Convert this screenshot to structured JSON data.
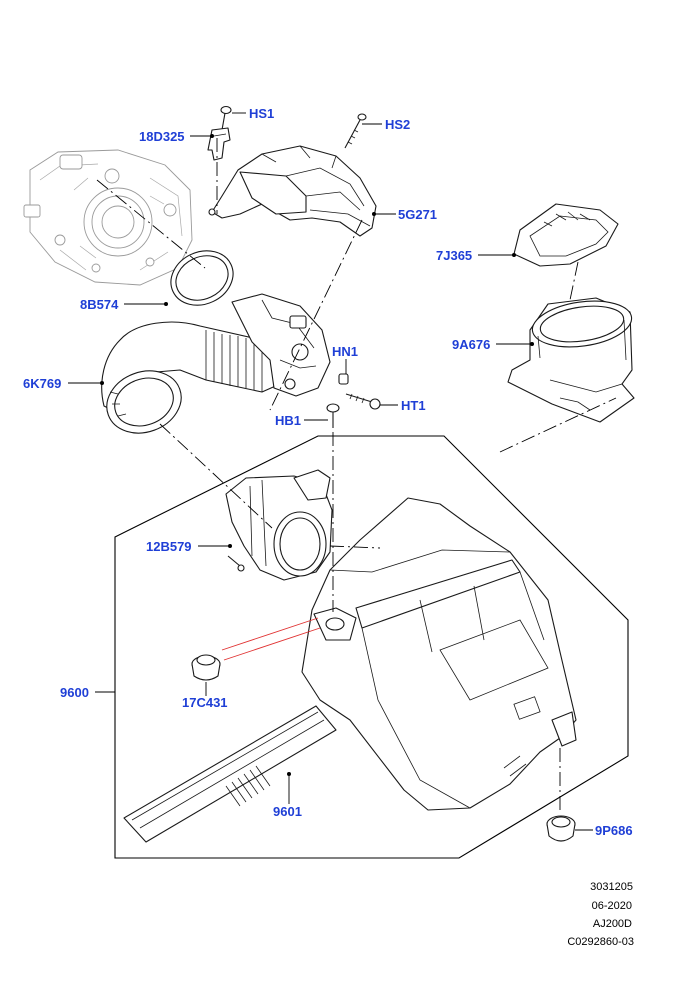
{
  "colors": {
    "callout": "#1f3fd6",
    "line": "#000000",
    "highlight": "#e03030"
  },
  "callouts": [
    {
      "id": "hs1",
      "text": "HS1"
    },
    {
      "id": "hs2",
      "text": "HS2"
    },
    {
      "id": "c18d325",
      "text": "18D325"
    },
    {
      "id": "c5g271",
      "text": "5G271"
    },
    {
      "id": "c7j365",
      "text": "7J365"
    },
    {
      "id": "c8b574",
      "text": "8B574"
    },
    {
      "id": "c9a676",
      "text": "9A676"
    },
    {
      "id": "hn1",
      "text": "HN1"
    },
    {
      "id": "c6k769",
      "text": "6K769"
    },
    {
      "id": "ht1",
      "text": "HT1"
    },
    {
      "id": "hb1",
      "text": "HB1"
    },
    {
      "id": "c12b579",
      "text": "12B579"
    },
    {
      "id": "c9600",
      "text": "9600"
    },
    {
      "id": "c17c431",
      "text": "17C431"
    },
    {
      "id": "c9601",
      "text": "9601"
    },
    {
      "id": "c9p686",
      "text": "9P686"
    }
  ],
  "footer": {
    "code": "3031205",
    "date": "06-2020",
    "model": "AJ200D",
    "ref": "C0292860-03"
  }
}
